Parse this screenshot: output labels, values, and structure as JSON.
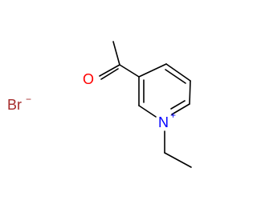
{
  "molecule": {
    "atoms": {
      "bromine": {
        "symbol": "Br",
        "charge": "−",
        "color": "#a52a2a"
      },
      "oxygen": {
        "symbol": "O",
        "color": "#ff0000"
      },
      "nitrogen": {
        "symbol": "N",
        "charge": "+",
        "color": "#0000ff"
      }
    },
    "bond_color": "#000000"
  }
}
